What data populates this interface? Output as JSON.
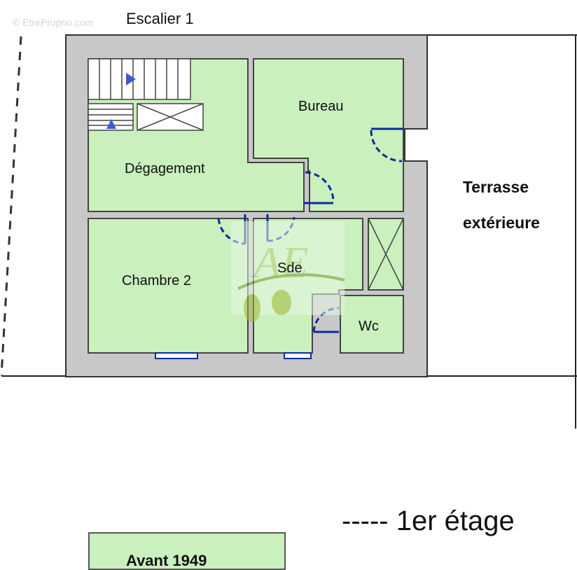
{
  "watermark": "© EtreProprio.com",
  "header": {
    "stair_label": "Escalier 1"
  },
  "rooms": {
    "bureau": "Bureau",
    "degagement": "Dégagement",
    "chambre": "Chambre 2",
    "sde": "Sde",
    "wc": "Wc"
  },
  "terrace": {
    "line1": "Terrasse",
    "line2": "extérieure"
  },
  "level": {
    "label": "----- 1er étage"
  },
  "legend": {
    "label": "Avant 1949"
  },
  "colors": {
    "room_fill": "#c9f0bd",
    "wall": "#c8c8c8",
    "door": "#0a2aa0"
  }
}
